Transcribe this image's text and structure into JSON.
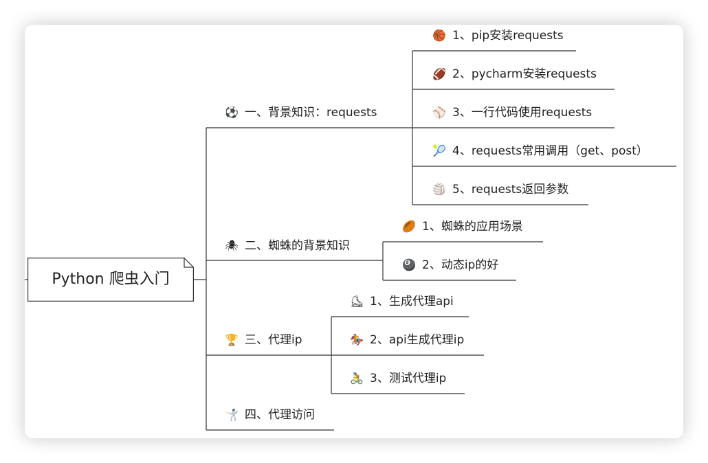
{
  "root": {
    "label": "Python 爬虫入门"
  },
  "branches": [
    {
      "icon": "⚽",
      "icon_name": "soccer-ball-icon",
      "label": "一、背景知识：requests",
      "children": [
        {
          "icon": "🏀",
          "icon_name": "basketball-icon",
          "label": "1、pip安装requests"
        },
        {
          "icon": "🏈",
          "icon_name": "american-football-icon",
          "label": "2、pycharm安装requests"
        },
        {
          "icon": "⚾",
          "icon_name": "baseball-icon",
          "label": "3、一行代码使用requests"
        },
        {
          "icon": "🎾",
          "icon_name": "tennis-ball-icon",
          "label": "4、requests常用调用（get、post）"
        },
        {
          "icon": "🏐",
          "icon_name": "volleyball-icon",
          "label": "5、requests返回参数"
        }
      ]
    },
    {
      "icon": "🕷",
      "icon_name": "spider-icon",
      "label": "二、蜘蛛的背景知识",
      "children": [
        {
          "icon": "🏉",
          "icon_name": "rugby-ball-icon",
          "label": "1、蜘蛛的应用场景"
        },
        {
          "icon": "🎱",
          "icon_name": "billiard-8-ball-icon",
          "label": "2、动态ip的好"
        }
      ]
    },
    {
      "icon": "🏆",
      "icon_name": "trophy-icon",
      "label": "三、代理ip",
      "children": [
        {
          "icon": "⛸",
          "icon_name": "ice-skate-icon",
          "label": "1、生成代理api"
        },
        {
          "icon": "🏇",
          "icon_name": "horse-racing-icon",
          "label": "2、api生成代理ip"
        },
        {
          "icon": "🚴",
          "icon_name": "cyclist-icon",
          "label": "3、测试代理ip"
        }
      ]
    },
    {
      "icon": "🤺",
      "icon_name": "fencing-icon",
      "label": "四、代理访问",
      "children": []
    }
  ],
  "colors": {
    "line": "#333333",
    "text": "#222222",
    "shadow": "rgba(0,0,0,0.22)"
  }
}
